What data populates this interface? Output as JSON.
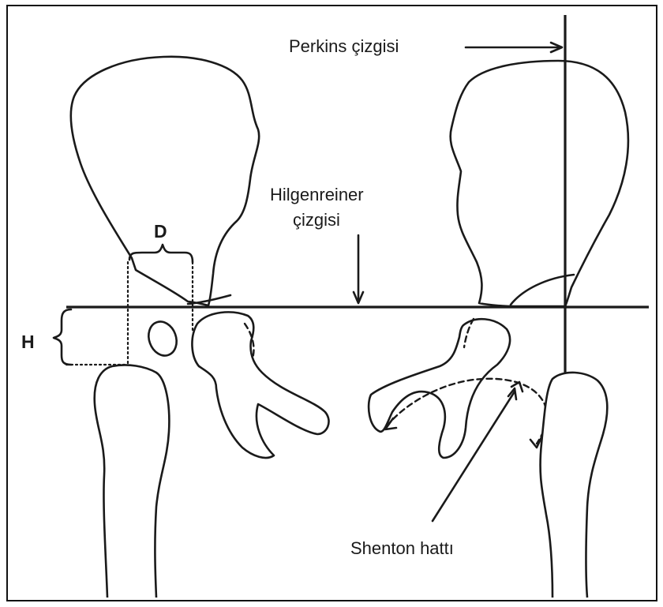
{
  "labels": {
    "perkins": "Perkins çizgisi",
    "hilgenreiner_line1": "Hilgenreiner",
    "hilgenreiner_line2": "çizgisi",
    "d": "D",
    "h": "H",
    "shenton": "Shenton hattı"
  },
  "colors": {
    "ink": "#1a1a1a",
    "background": "#ffffff"
  }
}
